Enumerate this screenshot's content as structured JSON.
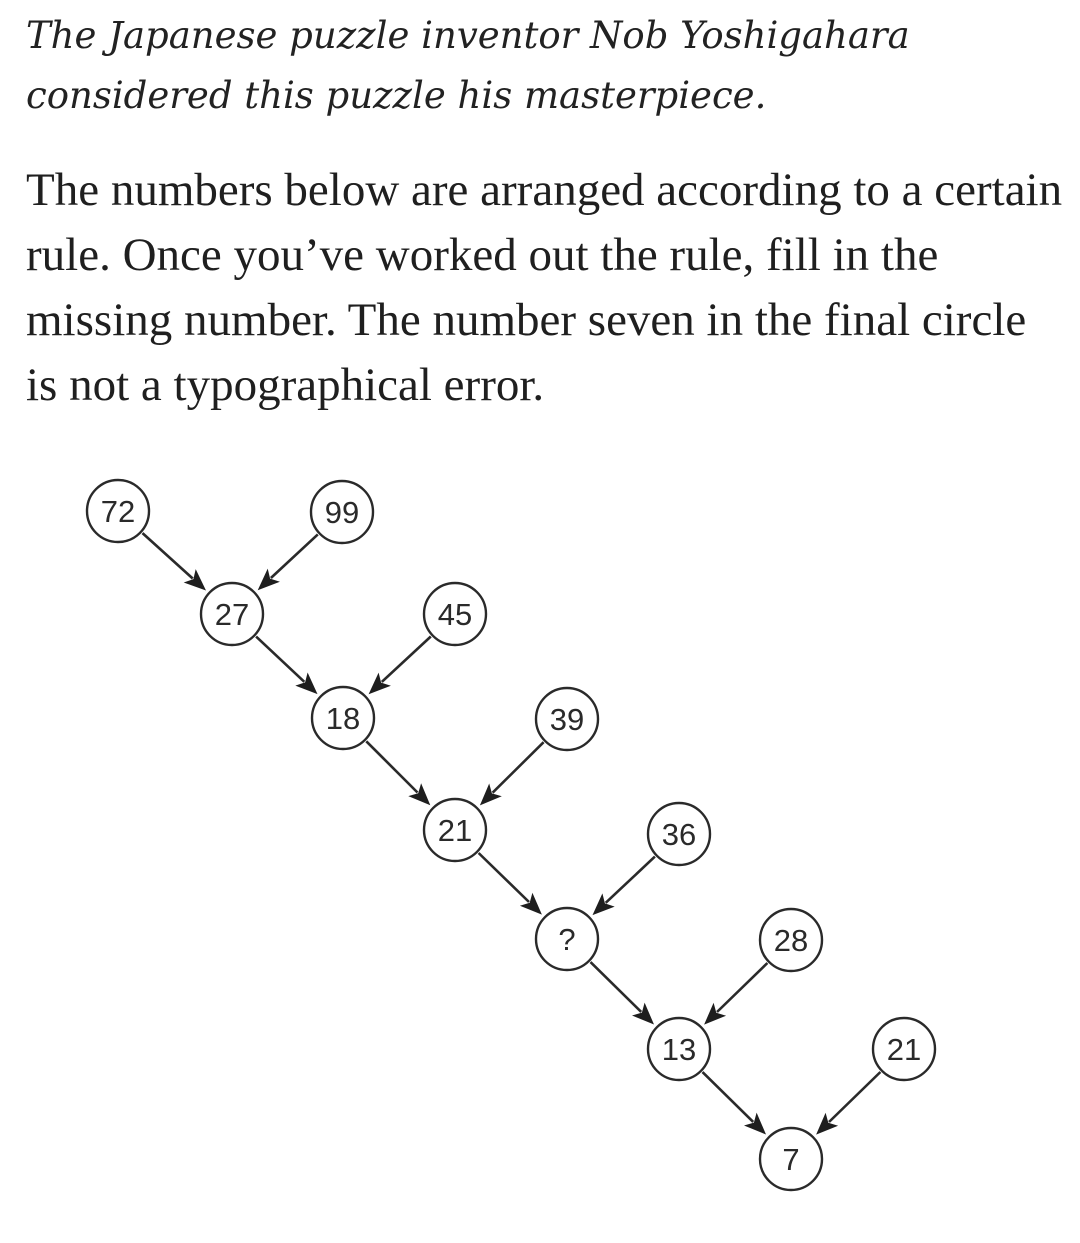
{
  "article": {
    "intro": "The Japanese puzzle inventor Nob Yoshigahara considered this puzzle his masterpiece.",
    "instructions": "The numbers below are arranged according to a certain rule. Once you’ve worked out the rule, fill in the missing number. The number seven in the final circle is not a typographical error."
  },
  "puzzle": {
    "nodes": [
      {
        "id": "n72",
        "label": "72"
      },
      {
        "id": "n99",
        "label": "99"
      },
      {
        "id": "n27",
        "label": "27"
      },
      {
        "id": "n45",
        "label": "45"
      },
      {
        "id": "n18",
        "label": "18"
      },
      {
        "id": "n39",
        "label": "39"
      },
      {
        "id": "n21a",
        "label": "21"
      },
      {
        "id": "n36",
        "label": "36"
      },
      {
        "id": "nq",
        "label": "?"
      },
      {
        "id": "n28",
        "label": "28"
      },
      {
        "id": "n13",
        "label": "13"
      },
      {
        "id": "n21b",
        "label": "21"
      },
      {
        "id": "n7",
        "label": "7"
      }
    ],
    "edges": [
      {
        "from": "n72",
        "to": "n27"
      },
      {
        "from": "n99",
        "to": "n27"
      },
      {
        "from": "n27",
        "to": "n18"
      },
      {
        "from": "n45",
        "to": "n18"
      },
      {
        "from": "n18",
        "to": "n21a"
      },
      {
        "from": "n39",
        "to": "n21a"
      },
      {
        "from": "n21a",
        "to": "nq"
      },
      {
        "from": "n36",
        "to": "nq"
      },
      {
        "from": "nq",
        "to": "n13"
      },
      {
        "from": "n28",
        "to": "n13"
      },
      {
        "from": "n13",
        "to": "n7"
      },
      {
        "from": "n21b",
        "to": "n7"
      }
    ]
  }
}
